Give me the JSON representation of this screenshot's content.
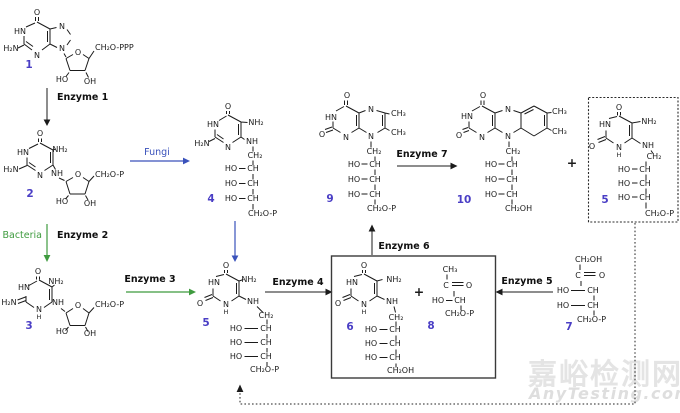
{
  "glyphs": {
    "O": "O",
    "HN": "HN",
    "H2N": "H₂N",
    "N": "N",
    "NH2": "NH₂",
    "NH": "NH",
    "H": "H",
    "HO": "HO",
    "OH": "OH",
    "C": "C",
    "CH": "CH",
    "CH2": "CH₂",
    "CH3": "CH₃",
    "CH2OP": "CH₂O-P",
    "CH2OPPP": "CH₂O-PPP",
    "CH2OH": "CH₂OH",
    "plus": "+"
  },
  "nums": {
    "c1": "1",
    "c2": "2",
    "c3": "3",
    "c4": "4",
    "c5": "5",
    "c6": "6",
    "c7": "7",
    "c8": "8",
    "c9": "9",
    "c10": "10",
    "c5b": "5"
  },
  "enz": {
    "e1": "Enzyme 1",
    "e2": "Enzyme 2",
    "e3": "Enzyme 3",
    "e4": "Enzyme 4",
    "e5": "Enzyme 5",
    "e6": "Enzyme 6",
    "e7": "Enzyme 7"
  },
  "branch": {
    "fungi": "Fungi",
    "bacteria": "Bacteria"
  },
  "wm": {
    "cn": "嘉峪检测网",
    "en": "AnyTesting.com"
  },
  "colors": {
    "compound_number": "#4a3ec5",
    "fungi_blue": "#3a52bb",
    "bacteria_green": "#3f9b3f",
    "structure_black": "#1b1b1b",
    "watermark_gray": "#e4e4e4",
    "background": "#ffffff"
  }
}
